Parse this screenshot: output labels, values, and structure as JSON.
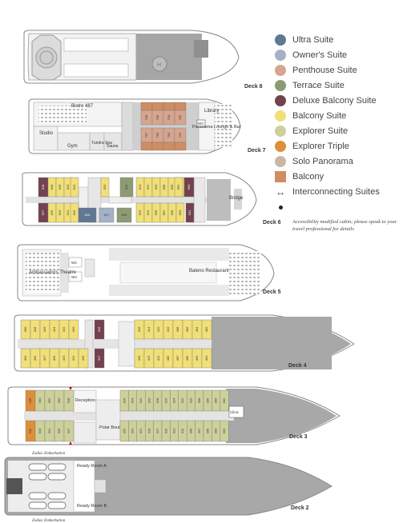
{
  "legend": [
    {
      "label": "Ultra Suite",
      "color": "#5f7894",
      "shape": "circle"
    },
    {
      "label": "Owner's Suite",
      "color": "#a3b2c6",
      "shape": "circle"
    },
    {
      "label": "Penthouse Suite",
      "color": "#d6a58f",
      "shape": "circle"
    },
    {
      "label": "Terrace Suite",
      "color": "#8c9b72",
      "shape": "circle"
    },
    {
      "label": "Deluxe Balcony Suite",
      "color": "#74414f",
      "shape": "circle"
    },
    {
      "label": "Balcony Suite",
      "color": "#f1df78",
      "shape": "circle"
    },
    {
      "label": "Explorer Suite",
      "color": "#cdd09b",
      "shape": "circle"
    },
    {
      "label": "Explorer Triple",
      "color": "#df8f3a",
      "shape": "circle"
    },
    {
      "label": "Solo Panorama",
      "color": "#c8b8a3",
      "shape": "circle"
    },
    {
      "label": "Balcony",
      "color": "#cf8d63",
      "shape": "square"
    }
  ],
  "legend_interconnecting": "Interconnecting Suites",
  "legend_accessible": "Accessibility modified cabin; please speak to your travel professional for details",
  "decks": {
    "deck8": {
      "label": "Deck 8"
    },
    "deck7": {
      "label": "Deck 7",
      "rooms": {
        "bistro": "Bistro 487",
        "studio": "Studio",
        "gym": "Gym",
        "tundra_spa": "Tundra Spa",
        "sauna": "Sauna",
        "library": "Library",
        "lounge": "Panorama Lounge & Bar",
        "wc": "WC"
      },
      "cabins_top": [
        "708",
        "706",
        "704",
        "702"
      ],
      "cabins_bot": [
        "707",
        "705",
        "703",
        "701"
      ]
    },
    "deck6": {
      "label": "Deck 6",
      "bridge": "Bridge",
      "cabins_top": [
        "618",
        "628",
        "626",
        "624",
        "622",
        "620",
        "616",
        "614",
        "612",
        "610",
        "608",
        "606",
        "604",
        "602",
        "600"
      ],
      "cabins_bot": [
        "627",
        "625",
        "623",
        "621",
        "619",
        "617",
        "615",
        "613",
        "611",
        "609",
        "607",
        "605",
        "603",
        "601"
      ]
    },
    "deck5": {
      "label": "Deck 5",
      "rooms": {
        "theatre": "Ambassadors Theatre",
        "restaurant": "Baleno Restaurant",
        "wc": "WC"
      }
    },
    "deck4": {
      "label": "Deck 4",
      "cabins_top": [
        "430",
        "428",
        "426",
        "424",
        "422",
        "420",
        "418",
        "416",
        "414",
        "412",
        "410",
        "408",
        "406",
        "404",
        "402"
      ],
      "cabins_bot": [
        "431",
        "429",
        "427",
        "425",
        "423",
        "421",
        "419",
        "417",
        "415",
        "413",
        "411",
        "409",
        "407",
        "405",
        "403",
        "401"
      ]
    },
    "deck3": {
      "label": "Deck 3",
      "rooms": {
        "reception": "Reception",
        "boutique": "Polar Boutique",
        "clinic": "Clinic"
      },
      "cabins_top": [
        "336",
        "334",
        "332",
        "330",
        "328",
        "326",
        "324",
        "322",
        "320",
        "318",
        "316",
        "314",
        "312",
        "310",
        "308",
        "306",
        "304",
        "302"
      ],
      "cabins_bot": [
        "335",
        "333",
        "331",
        "329",
        "327",
        "325",
        "323",
        "321",
        "319",
        "317",
        "315",
        "313",
        "311",
        "309",
        "307",
        "305",
        "303",
        "301"
      ]
    },
    "deck2": {
      "label": "Deck 2",
      "rooms": {
        "ready_a": "Ready Room A",
        "ready_b": "Ready Room B",
        "zodiac_top": "Zodiac Embarkation",
        "zodiac_bot": "Zodiac Embarkation"
      }
    }
  }
}
